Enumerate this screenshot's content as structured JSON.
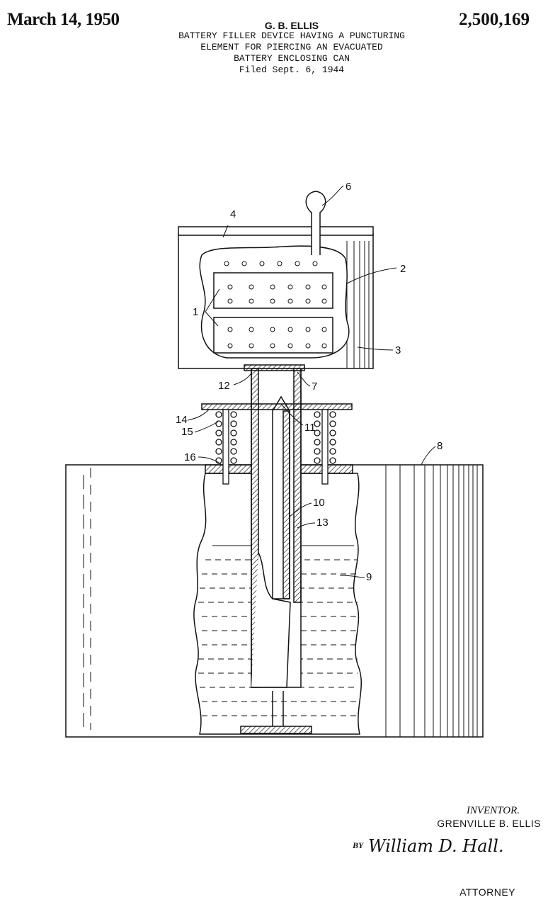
{
  "header": {
    "date": "March 14, 1950",
    "inventor_short": "G. B. ELLIS",
    "patent_number": "2,500,169",
    "title_lines": [
      "BATTERY FILLER DEVICE HAVING A PUNCTURING",
      "ELEMENT FOR PIERCING AN EVACUATED",
      "BATTERY ENCLOSING CAN",
      "Filed Sept. 6, 1944"
    ]
  },
  "figure": {
    "reference_numerals": [
      "1",
      "2",
      "3",
      "4",
      "6",
      "7",
      "8",
      "9",
      "10",
      "11",
      "12",
      "13",
      "14",
      "15",
      "16"
    ]
  },
  "footer": {
    "inventor_label": "INVENTOR.",
    "inventor_name": "GRENVILLE B. ELLIS",
    "by": "BY",
    "signature": "William D. Hall.",
    "attorney_label": "ATTORNEY"
  }
}
